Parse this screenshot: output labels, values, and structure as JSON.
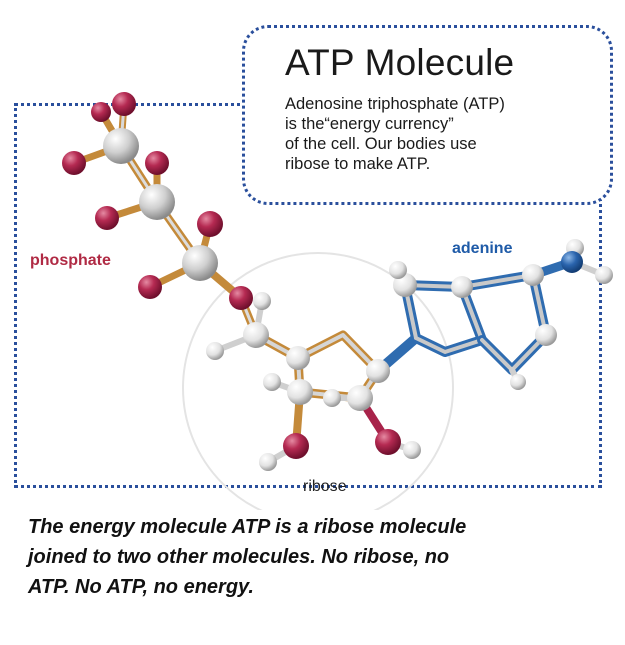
{
  "callout": {
    "title": "ATP Molecule",
    "body_lines": [
      "Adenosine triphosphate (ATP)",
      "is the“energy currency”",
      "of the cell. Our bodies use",
      "ribose to make ATP."
    ]
  },
  "labels": {
    "phosphate": "phosphate",
    "adenine": "adenine",
    "ribose": "ribose"
  },
  "caption_lines": [
    "The energy molecule ATP is a ribose molecule",
    "joined to two other molecules. No ribose, no",
    "ATP. No ATP, no energy."
  ],
  "colors": {
    "frame_border": "#2a4f9c",
    "phosphate_label": "#b02a44",
    "adenine_label": "#1f5ba8",
    "oxygen_atom": "#a8234a",
    "phosphorus_atom": "#c8c8c8",
    "hydrogen_atom": "#e8e8e8",
    "nitrogen_atom": "#1f5ba8",
    "bond_gray": "#c4c4c4",
    "bond_gold": "#c48a3a",
    "bond_blue": "#2f6cb0"
  }
}
